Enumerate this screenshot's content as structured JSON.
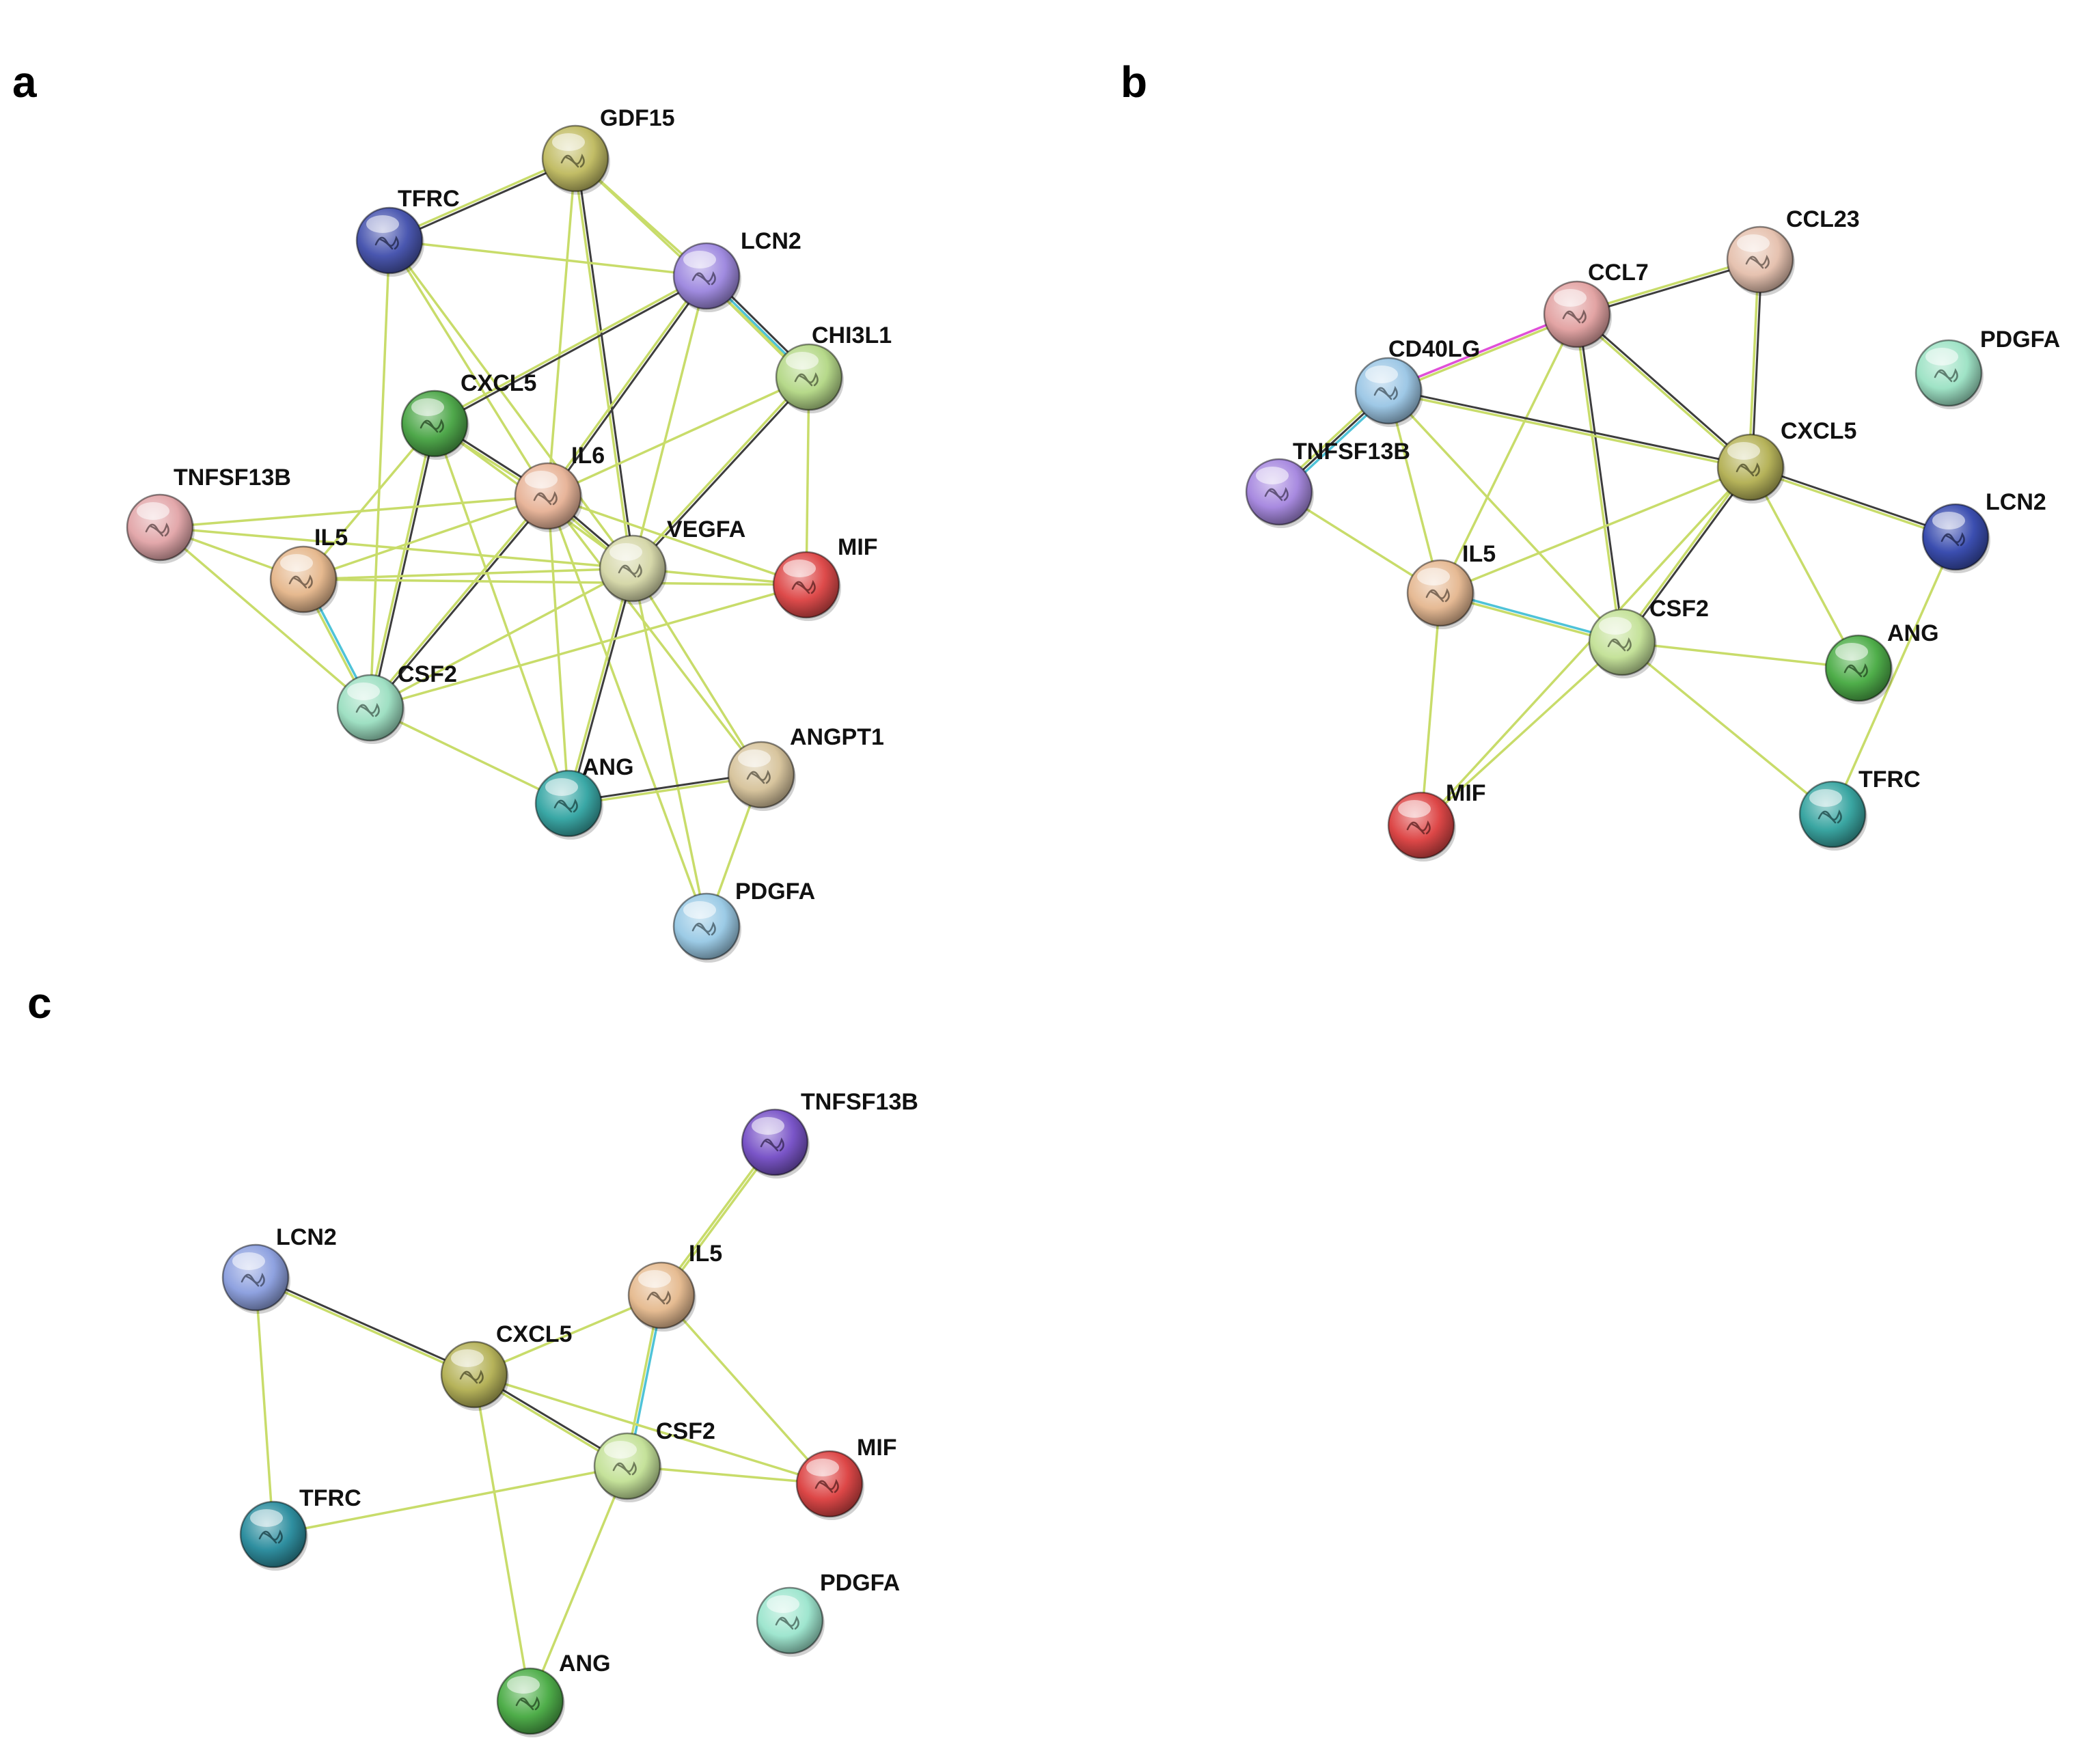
{
  "panels": [
    {
      "id": "a",
      "label": "a",
      "nodes": [
        {
          "name": "GDF15",
          "color": "#c2bd66"
        },
        {
          "name": "TFRC",
          "color": "#4a57b0"
        },
        {
          "name": "LCN2",
          "color": "#a08be0"
        },
        {
          "name": "CHI3L1",
          "color": "#b6d98a"
        },
        {
          "name": "CXCL5",
          "color": "#4fa84b"
        },
        {
          "name": "IL6",
          "color": "#e8b59a"
        },
        {
          "name": "TNFSF13B",
          "color": "#e3a8ab"
        },
        {
          "name": "IL5",
          "color": "#e6b98f"
        },
        {
          "name": "VEGFA",
          "color": "#d6d8aa"
        },
        {
          "name": "MIF",
          "color": "#de4b4b"
        },
        {
          "name": "CSF2",
          "color": "#9fe0c3"
        },
        {
          "name": "ANG",
          "color": "#3aa8a6"
        },
        {
          "name": "ANGPT1",
          "color": "#d8c59e"
        },
        {
          "name": "PDGFA",
          "color": "#9ccbe6"
        }
      ],
      "edges": [
        [
          "GDF15",
          "TFRC",
          [
            "#3d3d3d",
            "#c8dc6a"
          ]
        ],
        [
          "GDF15",
          "LCN2",
          [
            "#c8dc6a"
          ]
        ],
        [
          "GDF15",
          "VEGFA",
          [
            "#3d3d3d",
            "#c8dc6a"
          ]
        ],
        [
          "GDF15",
          "IL6",
          [
            "#c8dc6a"
          ]
        ],
        [
          "GDF15",
          "CHI3L1",
          [
            "#c8dc6a"
          ]
        ],
        [
          "TFRC",
          "LCN2",
          [
            "#c8dc6a"
          ]
        ],
        [
          "TFRC",
          "IL6",
          [
            "#c8dc6a"
          ]
        ],
        [
          "TFRC",
          "VEGFA",
          [
            "#c8dc6a"
          ]
        ],
        [
          "TFRC",
          "CSF2",
          [
            "#c8dc6a"
          ]
        ],
        [
          "LCN2",
          "CHI3L1",
          [
            "#3d3d3d",
            "#4fc3d8",
            "#c8dc6a"
          ]
        ],
        [
          "LCN2",
          "IL6",
          [
            "#3d3d3d",
            "#c8dc6a"
          ]
        ],
        [
          "LCN2",
          "CXCL5",
          [
            "#3d3d3d",
            "#c8dc6a"
          ]
        ],
        [
          "LCN2",
          "VEGFA",
          [
            "#c8dc6a"
          ]
        ],
        [
          "CHI3L1",
          "VEGFA",
          [
            "#3d3d3d",
            "#c8dc6a"
          ]
        ],
        [
          "CHI3L1",
          "IL6",
          [
            "#c8dc6a"
          ]
        ],
        [
          "CHI3L1",
          "MIF",
          [
            "#c8dc6a"
          ]
        ],
        [
          "CXCL5",
          "IL6",
          [
            "#3d3d3d",
            "#c8dc6a"
          ]
        ],
        [
          "CXCL5",
          "CSF2",
          [
            "#3d3d3d",
            "#c8dc6a"
          ]
        ],
        [
          "CXCL5",
          "IL5",
          [
            "#c8dc6a"
          ]
        ],
        [
          "CXCL5",
          "VEGFA",
          [
            "#c8dc6a"
          ]
        ],
        [
          "CXCL5",
          "ANG",
          [
            "#c8dc6a"
          ]
        ],
        [
          "IL6",
          "VEGFA",
          [
            "#3d3d3d",
            "#c8dc6a"
          ]
        ],
        [
          "IL6",
          "IL5",
          [
            "#c8dc6a"
          ]
        ],
        [
          "IL6",
          "CSF2",
          [
            "#3d3d3d",
            "#c8dc6a"
          ]
        ],
        [
          "IL6",
          "MIF",
          [
            "#c8dc6a"
          ]
        ],
        [
          "IL6",
          "TNFSF13B",
          [
            "#c8dc6a"
          ]
        ],
        [
          "IL6",
          "ANG",
          [
            "#c8dc6a"
          ]
        ],
        [
          "IL6",
          "ANGPT1",
          [
            "#c8dc6a"
          ]
        ],
        [
          "IL6",
          "PDGFA",
          [
            "#c8dc6a"
          ]
        ],
        [
          "TNFSF13B",
          "IL5",
          [
            "#c8dc6a"
          ]
        ],
        [
          "TNFSF13B",
          "CSF2",
          [
            "#c8dc6a"
          ]
        ],
        [
          "TNFSF13B",
          "VEGFA",
          [
            "#c8dc6a"
          ]
        ],
        [
          "IL5",
          "CSF2",
          [
            "#4fc3d8",
            "#c8dc6a"
          ]
        ],
        [
          "IL5",
          "VEGFA",
          [
            "#c8dc6a"
          ]
        ],
        [
          "IL5",
          "MIF",
          [
            "#c8dc6a"
          ]
        ],
        [
          "VEGFA",
          "MIF",
          [
            "#c8dc6a"
          ]
        ],
        [
          "VEGFA",
          "CSF2",
          [
            "#c8dc6a"
          ]
        ],
        [
          "VEGFA",
          "ANG",
          [
            "#3d3d3d",
            "#c8dc6a"
          ]
        ],
        [
          "VEGFA",
          "ANGPT1",
          [
            "#c8dc6a"
          ]
        ],
        [
          "VEGFA",
          "PDGFA",
          [
            "#c8dc6a"
          ]
        ],
        [
          "MIF",
          "CSF2",
          [
            "#c8dc6a"
          ]
        ],
        [
          "CSF2",
          "ANG",
          [
            "#c8dc6a"
          ]
        ],
        [
          "ANG",
          "ANGPT1",
          [
            "#3d3d3d",
            "#c8dc6a"
          ]
        ],
        [
          "ANGPT1",
          "PDGFA",
          [
            "#c8dc6a"
          ]
        ]
      ]
    },
    {
      "id": "b",
      "label": "b",
      "nodes": [
        {
          "name": "CCL23",
          "color": "#e6c2b0"
        },
        {
          "name": "CCL7",
          "color": "#e3a4a4"
        },
        {
          "name": "CD40LG",
          "color": "#9ec8e6"
        },
        {
          "name": "PDGFA",
          "color": "#9fe3c6"
        },
        {
          "name": "CXCL5",
          "color": "#b6b35a"
        },
        {
          "name": "TNFSF13B",
          "color": "#a88ae0"
        },
        {
          "name": "LCN2",
          "color": "#3b4eb0"
        },
        {
          "name": "IL5",
          "color": "#e6ba94"
        },
        {
          "name": "CSF2",
          "color": "#c5e29a"
        },
        {
          "name": "ANG",
          "color": "#4fae4a"
        },
        {
          "name": "MIF",
          "color": "#dd4747"
        },
        {
          "name": "TFRC",
          "color": "#3aa6a2"
        }
      ],
      "edges": [
        [
          "CCL23",
          "CCL7",
          [
            "#3d3d3d",
            "#c8dc6a"
          ]
        ],
        [
          "CCL23",
          "CXCL5",
          [
            "#3d3d3d",
            "#c8dc6a"
          ]
        ],
        [
          "CCL7",
          "CD40LG",
          [
            "#c8dc6a",
            "#e050d8"
          ]
        ],
        [
          "CCL7",
          "CXCL5",
          [
            "#3d3d3d",
            "#c8dc6a"
          ]
        ],
        [
          "CCL7",
          "CSF2",
          [
            "#3d3d3d",
            "#c8dc6a"
          ]
        ],
        [
          "CCL7",
          "IL5",
          [
            "#c8dc6a"
          ]
        ],
        [
          "CD40LG",
          "TNFSF13B",
          [
            "#4fc3d8",
            "#3d3d3d",
            "#c8dc6a"
          ]
        ],
        [
          "CD40LG",
          "CXCL5",
          [
            "#3d3d3d",
            "#c8dc6a"
          ]
        ],
        [
          "CD40LG",
          "IL5",
          [
            "#c8dc6a"
          ]
        ],
        [
          "CD40LG",
          "CSF2",
          [
            "#c8dc6a"
          ]
        ],
        [
          "TNFSF13B",
          "IL5",
          [
            "#c8dc6a"
          ]
        ],
        [
          "CXCL5",
          "LCN2",
          [
            "#3d3d3d",
            "#c8dc6a"
          ]
        ],
        [
          "CXCL5",
          "IL5",
          [
            "#c8dc6a"
          ]
        ],
        [
          "CXCL5",
          "CSF2",
          [
            "#3d3d3d",
            "#c8dc6a"
          ]
        ],
        [
          "CXCL5",
          "ANG",
          [
            "#c8dc6a"
          ]
        ],
        [
          "CXCL5",
          "MIF",
          [
            "#c8dc6a"
          ]
        ],
        [
          "LCN2",
          "TFRC",
          [
            "#c8dc6a"
          ]
        ],
        [
          "IL5",
          "CSF2",
          [
            "#4fc3d8",
            "#c8dc6a"
          ]
        ],
        [
          "IL5",
          "MIF",
          [
            "#c8dc6a"
          ]
        ],
        [
          "CSF2",
          "ANG",
          [
            "#c8dc6a"
          ]
        ],
        [
          "CSF2",
          "MIF",
          [
            "#c8dc6a"
          ]
        ],
        [
          "CSF2",
          "TFRC",
          [
            "#c8dc6a"
          ]
        ]
      ]
    },
    {
      "id": "c",
      "label": "c",
      "nodes": [
        {
          "name": "TNFSF13B",
          "color": "#7a55c8"
        },
        {
          "name": "LCN2",
          "color": "#8fa2e0"
        },
        {
          "name": "IL5",
          "color": "#e6bc92"
        },
        {
          "name": "CXCL5",
          "color": "#b6b35a"
        },
        {
          "name": "CSF2",
          "color": "#c5e29a"
        },
        {
          "name": "MIF",
          "color": "#dd4747"
        },
        {
          "name": "TFRC",
          "color": "#2f8fa0"
        },
        {
          "name": "PDGFA",
          "color": "#9fe6cf"
        },
        {
          "name": "ANG",
          "color": "#4fae4a"
        }
      ],
      "edges": [
        [
          "TNFSF13B",
          "IL5",
          [
            "#c8dc6a",
            "#c8dc6a"
          ]
        ],
        [
          "LCN2",
          "CXCL5",
          [
            "#3d3d3d",
            "#c8dc6a"
          ]
        ],
        [
          "LCN2",
          "TFRC",
          [
            "#c8dc6a"
          ]
        ],
        [
          "IL5",
          "CXCL5",
          [
            "#c8dc6a"
          ]
        ],
        [
          "IL5",
          "CSF2",
          [
            "#4fc3d8",
            "#c8dc6a"
          ]
        ],
        [
          "IL5",
          "MIF",
          [
            "#c8dc6a"
          ]
        ],
        [
          "CXCL5",
          "CSF2",
          [
            "#3d3d3d",
            "#c8dc6a"
          ]
        ],
        [
          "CXCL5",
          "MIF",
          [
            "#c8dc6a"
          ]
        ],
        [
          "CXCL5",
          "ANG",
          [
            "#c8dc6a"
          ]
        ],
        [
          "CSF2",
          "TFRC",
          [
            "#c8dc6a"
          ]
        ],
        [
          "CSF2",
          "ANG",
          [
            "#c8dc6a"
          ]
        ],
        [
          "CSF2",
          "MIF",
          [
            "#c8dc6a"
          ]
        ]
      ]
    }
  ]
}
